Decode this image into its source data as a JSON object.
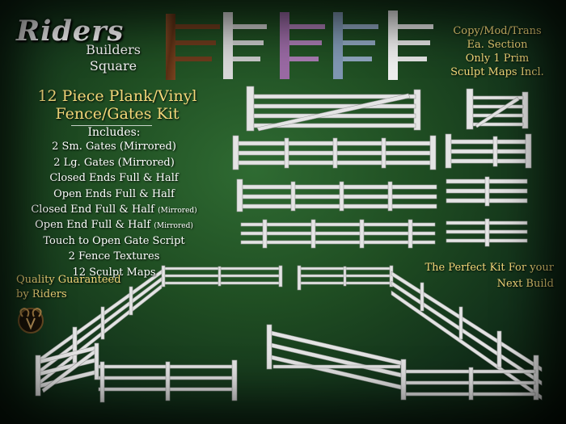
{
  "brand": {
    "name": "Riders",
    "subtitle_line1": "Builders",
    "subtitle_line2": "Square"
  },
  "product": {
    "title_line1": "12 Piece Plank/Vinyl",
    "title_line2": "Fence/Gates Kit"
  },
  "includes": {
    "header": "Includes:",
    "items": [
      {
        "text": "2 Sm. Gates (Mirrored)",
        "note": ""
      },
      {
        "text": "2 Lg. Gates (Mirrored)",
        "note": ""
      },
      {
        "text": "Closed Ends Full & Half",
        "note": ""
      },
      {
        "text": "Open Ends  Full & Half",
        "note": ""
      },
      {
        "text": "Closed End Full & Half ",
        "note": "(Mirrored)"
      },
      {
        "text": "Open End Full & Half ",
        "note": "(Mirrored)"
      },
      {
        "text": "Touch to Open Gate Script",
        "note": ""
      },
      {
        "text": "2 Fence Textures",
        "note": ""
      },
      {
        "text": "12 Sculpt Maps",
        "note": ""
      }
    ]
  },
  "permissions": {
    "lines": [
      "Copy/Mod/Trans",
      "Ea. Section",
      "Only 1 Prim",
      "Sculpt Maps Incl."
    ]
  },
  "tagline": {
    "line1": "The Perfect Kit For your",
    "line2": "Next Build"
  },
  "quality": {
    "line1": "Quality Guaranteed",
    "line2": "by Riders"
  },
  "logo_icon": "ram-head-logo-icon",
  "colors": {
    "title_gold": "#f3d77a",
    "text_white": "#ffffff",
    "fence_white": "#e6e6e6",
    "swatch_wood": "#6b3a1c",
    "swatch_white": "#d8d8d8",
    "swatch_purple": "#9a6aa4",
    "swatch_blue": "#7f97b2",
    "swatch_light": "#eeeeee"
  }
}
